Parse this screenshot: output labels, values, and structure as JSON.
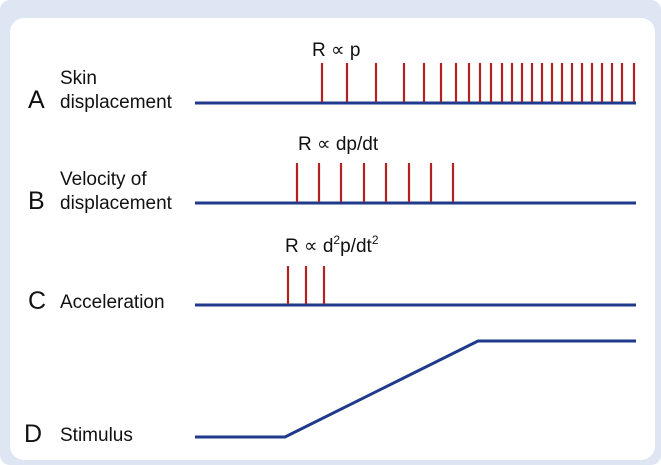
{
  "rows": [
    {
      "letter": "A",
      "label_lines": [
        "Skin",
        "displacement"
      ],
      "formula": "R ∝ p"
    },
    {
      "letter": "B",
      "label_lines": [
        "Velocity of",
        "displacement"
      ],
      "formula": "R ∝ dp/dt"
    },
    {
      "letter": "C",
      "label_lines": [
        "Acceleration"
      ],
      "formula_parts": [
        "R ∝ d",
        "2",
        "p/dt",
        "2"
      ]
    },
    {
      "letter": "D",
      "label_lines": [
        "Stimulus"
      ]
    }
  ],
  "colors": {
    "baseline": "#1f3a8a",
    "spike": "#b22222",
    "background": "#dfe6f3"
  }
}
